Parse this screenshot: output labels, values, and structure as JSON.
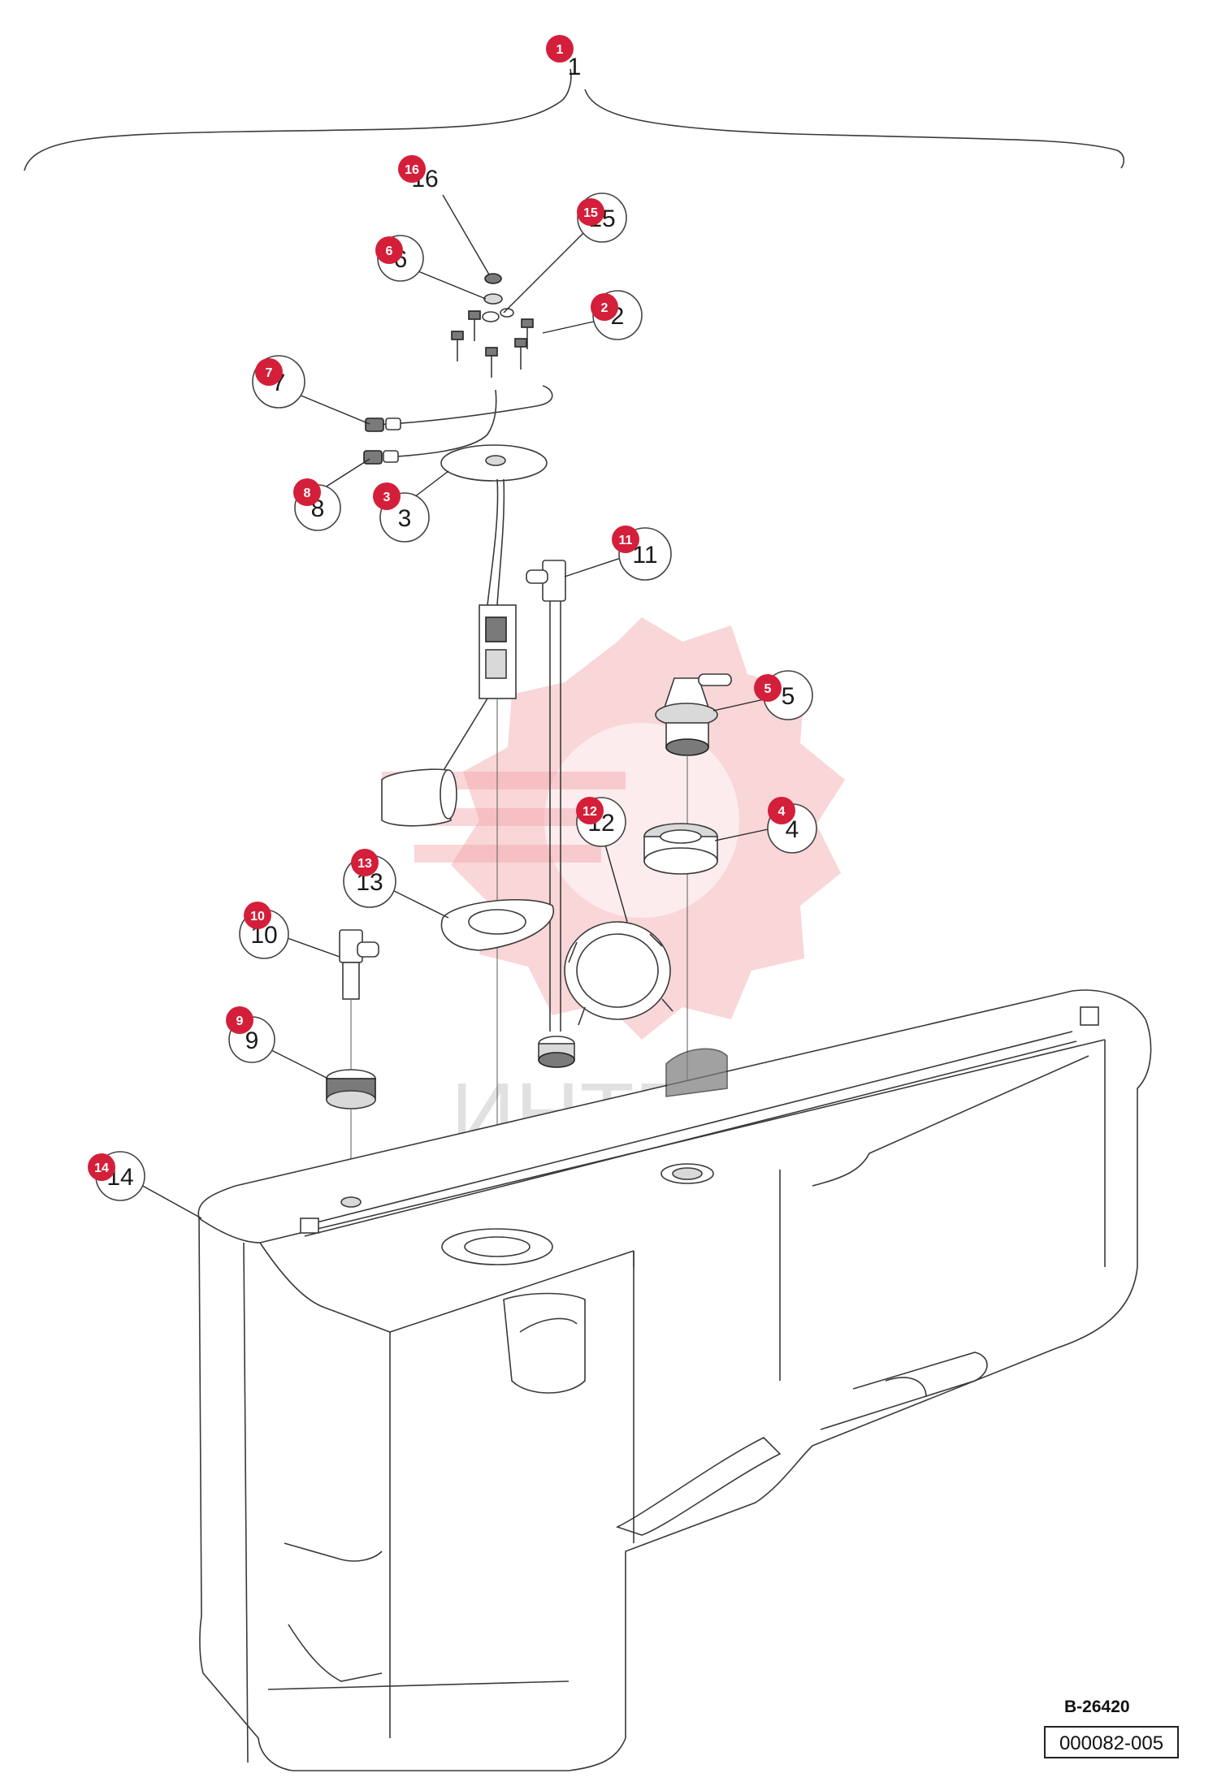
{
  "diagram": {
    "callouts": [
      {
        "badge": "1",
        "label": "1"
      },
      {
        "badge": "2",
        "label": "2"
      },
      {
        "badge": "3",
        "label": "3"
      },
      {
        "badge": "4",
        "label": "4"
      },
      {
        "badge": "5",
        "label": "5"
      },
      {
        "badge": "6",
        "label": "6"
      },
      {
        "badge": "7",
        "label": "7"
      },
      {
        "badge": "8",
        "label": "8"
      },
      {
        "badge": "9",
        "label": "9"
      },
      {
        "badge": "10",
        "label": "10"
      },
      {
        "badge": "11",
        "label": "11"
      },
      {
        "badge": "12",
        "label": "12"
      },
      {
        "badge": "13",
        "label": "13"
      },
      {
        "badge": "14",
        "label": "14"
      },
      {
        "badge": "15",
        "label": "15"
      },
      {
        "badge": "16",
        "label": "16"
      }
    ],
    "watermark_text": "ИНТЕХ",
    "drawing_number": "B-26420",
    "reference_code": "000082-005",
    "badge_color": "#d41f3a",
    "watermark_color": "#f2a3a8"
  }
}
